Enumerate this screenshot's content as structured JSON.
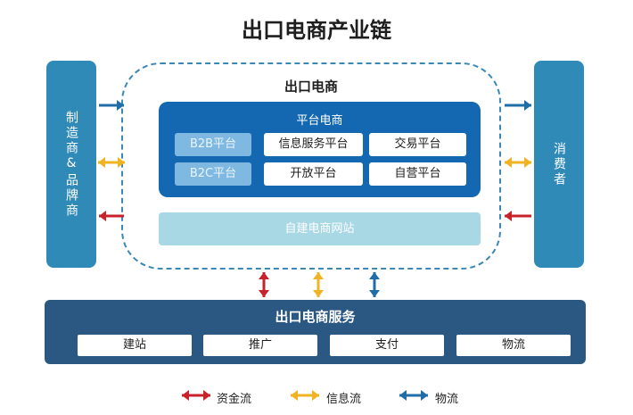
{
  "title": "出口电商产业链",
  "left_box": {
    "label": "制造商&品牌商"
  },
  "right_box": {
    "label": "消费者"
  },
  "center": {
    "title": "出口电商",
    "platform": {
      "title": "平台电商",
      "cells": {
        "b2b": "B2B平台",
        "b2c": "B2C平台",
        "info_service": "信息服务平台",
        "open": "开放平台",
        "trade": "交易平台",
        "self_run": "自营平台"
      }
    },
    "self_built": "自建电商网站"
  },
  "services": {
    "title": "出口电商服务",
    "items": [
      "建站",
      "推广",
      "支付",
      "物流"
    ]
  },
  "legend": [
    {
      "label": "资金流",
      "color": "#c8232c"
    },
    {
      "label": "信息流",
      "color": "#f0b323"
    },
    {
      "label": "物流",
      "color": "#1f6ea8"
    }
  ]
}
